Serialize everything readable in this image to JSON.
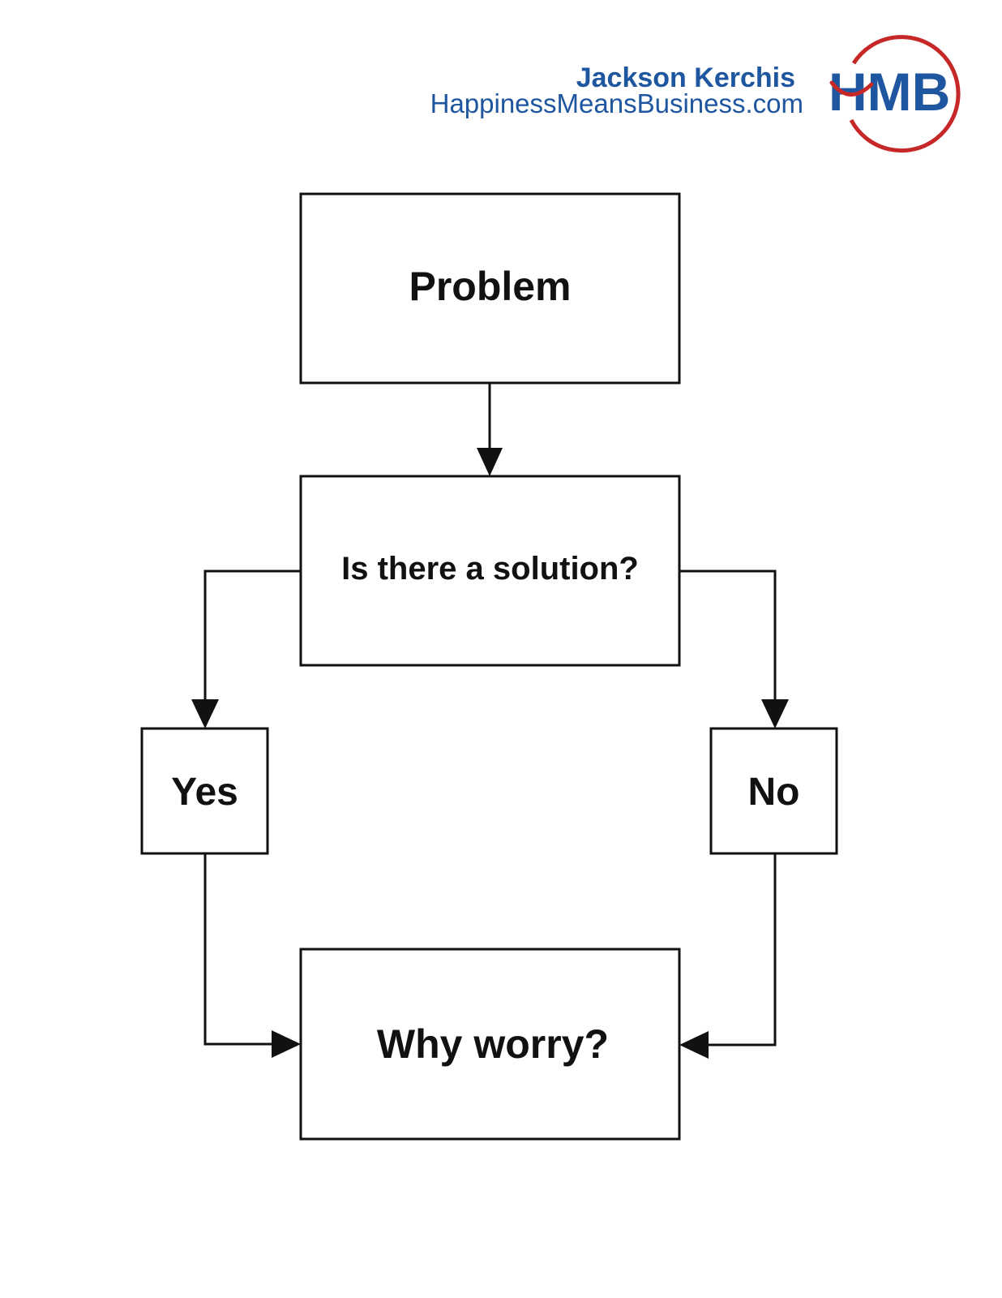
{
  "header": {
    "author_name": "Jackson Kerchis",
    "website": "HappinessMeansBusiness.com",
    "logo_text": "HMB",
    "brand_color": "#1f56a0",
    "logo_ring_color": "#c62828"
  },
  "diagram": {
    "nodes": {
      "problem": "Problem",
      "question": "Is there a solution?",
      "yes": "Yes",
      "no": "No",
      "result": "Why worry?"
    },
    "edges": [
      {
        "from": "problem",
        "to": "question"
      },
      {
        "from": "question",
        "to": "yes"
      },
      {
        "from": "question",
        "to": "no"
      },
      {
        "from": "yes",
        "to": "result"
      },
      {
        "from": "no",
        "to": "result"
      }
    ]
  }
}
